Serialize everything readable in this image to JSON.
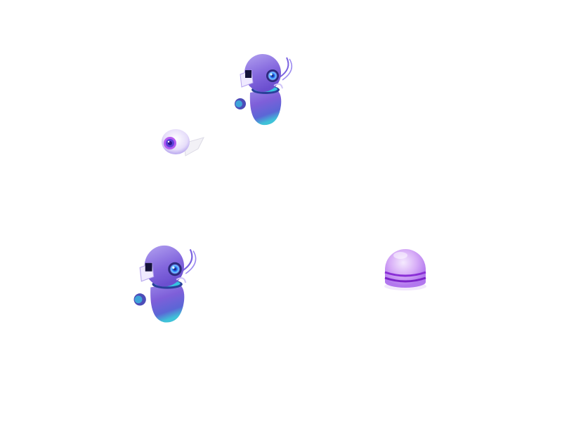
{
  "scene": {
    "background_color": "#ffffff",
    "sprites": [
      {
        "name": "robot",
        "icon": "robot-icon"
      },
      {
        "name": "robot",
        "icon": "robot-icon"
      },
      {
        "name": "eye-drone",
        "icon": "eye-drone-icon"
      },
      {
        "name": "glowing-orb",
        "icon": "orb-icon"
      }
    ],
    "colors": {
      "body_purple": "#7e5fd9",
      "body_cyan": "#3fc2d8",
      "lens_blue": "#4a7dff",
      "orb_violet": "#a44ee8",
      "orb_light": "#e9d2fb"
    }
  }
}
